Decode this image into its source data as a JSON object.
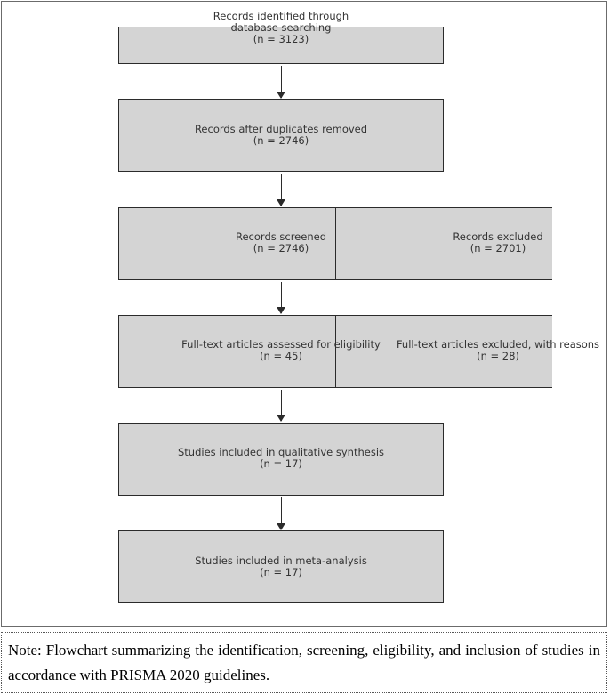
{
  "diagram": {
    "boxes": {
      "identified": {
        "line1": "Records identified through",
        "line2": "database searching",
        "count": "(n = 3123)"
      },
      "duplicates_removed": {
        "line1": "Records after duplicates removed",
        "count": "(n = 2746)"
      },
      "screened": {
        "line1": "Records screened",
        "count": "(n = 2746)"
      },
      "excluded": {
        "line1": "Records excluded",
        "count": "(n = 2701)"
      },
      "fulltext_assessed": {
        "line1": "Full-text articles assessed for eligibility",
        "count": "(n = 45)"
      },
      "fulltext_excluded": {
        "line1": "Full-text articles excluded, with reasons",
        "count": "(n = 28)"
      },
      "qualitative": {
        "line1": "Studies included in qualitative synthesis",
        "count": "(n = 17)"
      },
      "meta_analysis": {
        "line1": "Studies included in meta-analysis",
        "count": "(n = 17)"
      }
    }
  },
  "note": {
    "text": "Note: Flowchart summarizing the identification, screening, eligibility, and inclusion of studies in accordance with PRISMA 2020 guidelines."
  },
  "colors": {
    "box_fill": "#d4d4d4",
    "box_border": "#2b2b2b",
    "text": "#333333"
  }
}
